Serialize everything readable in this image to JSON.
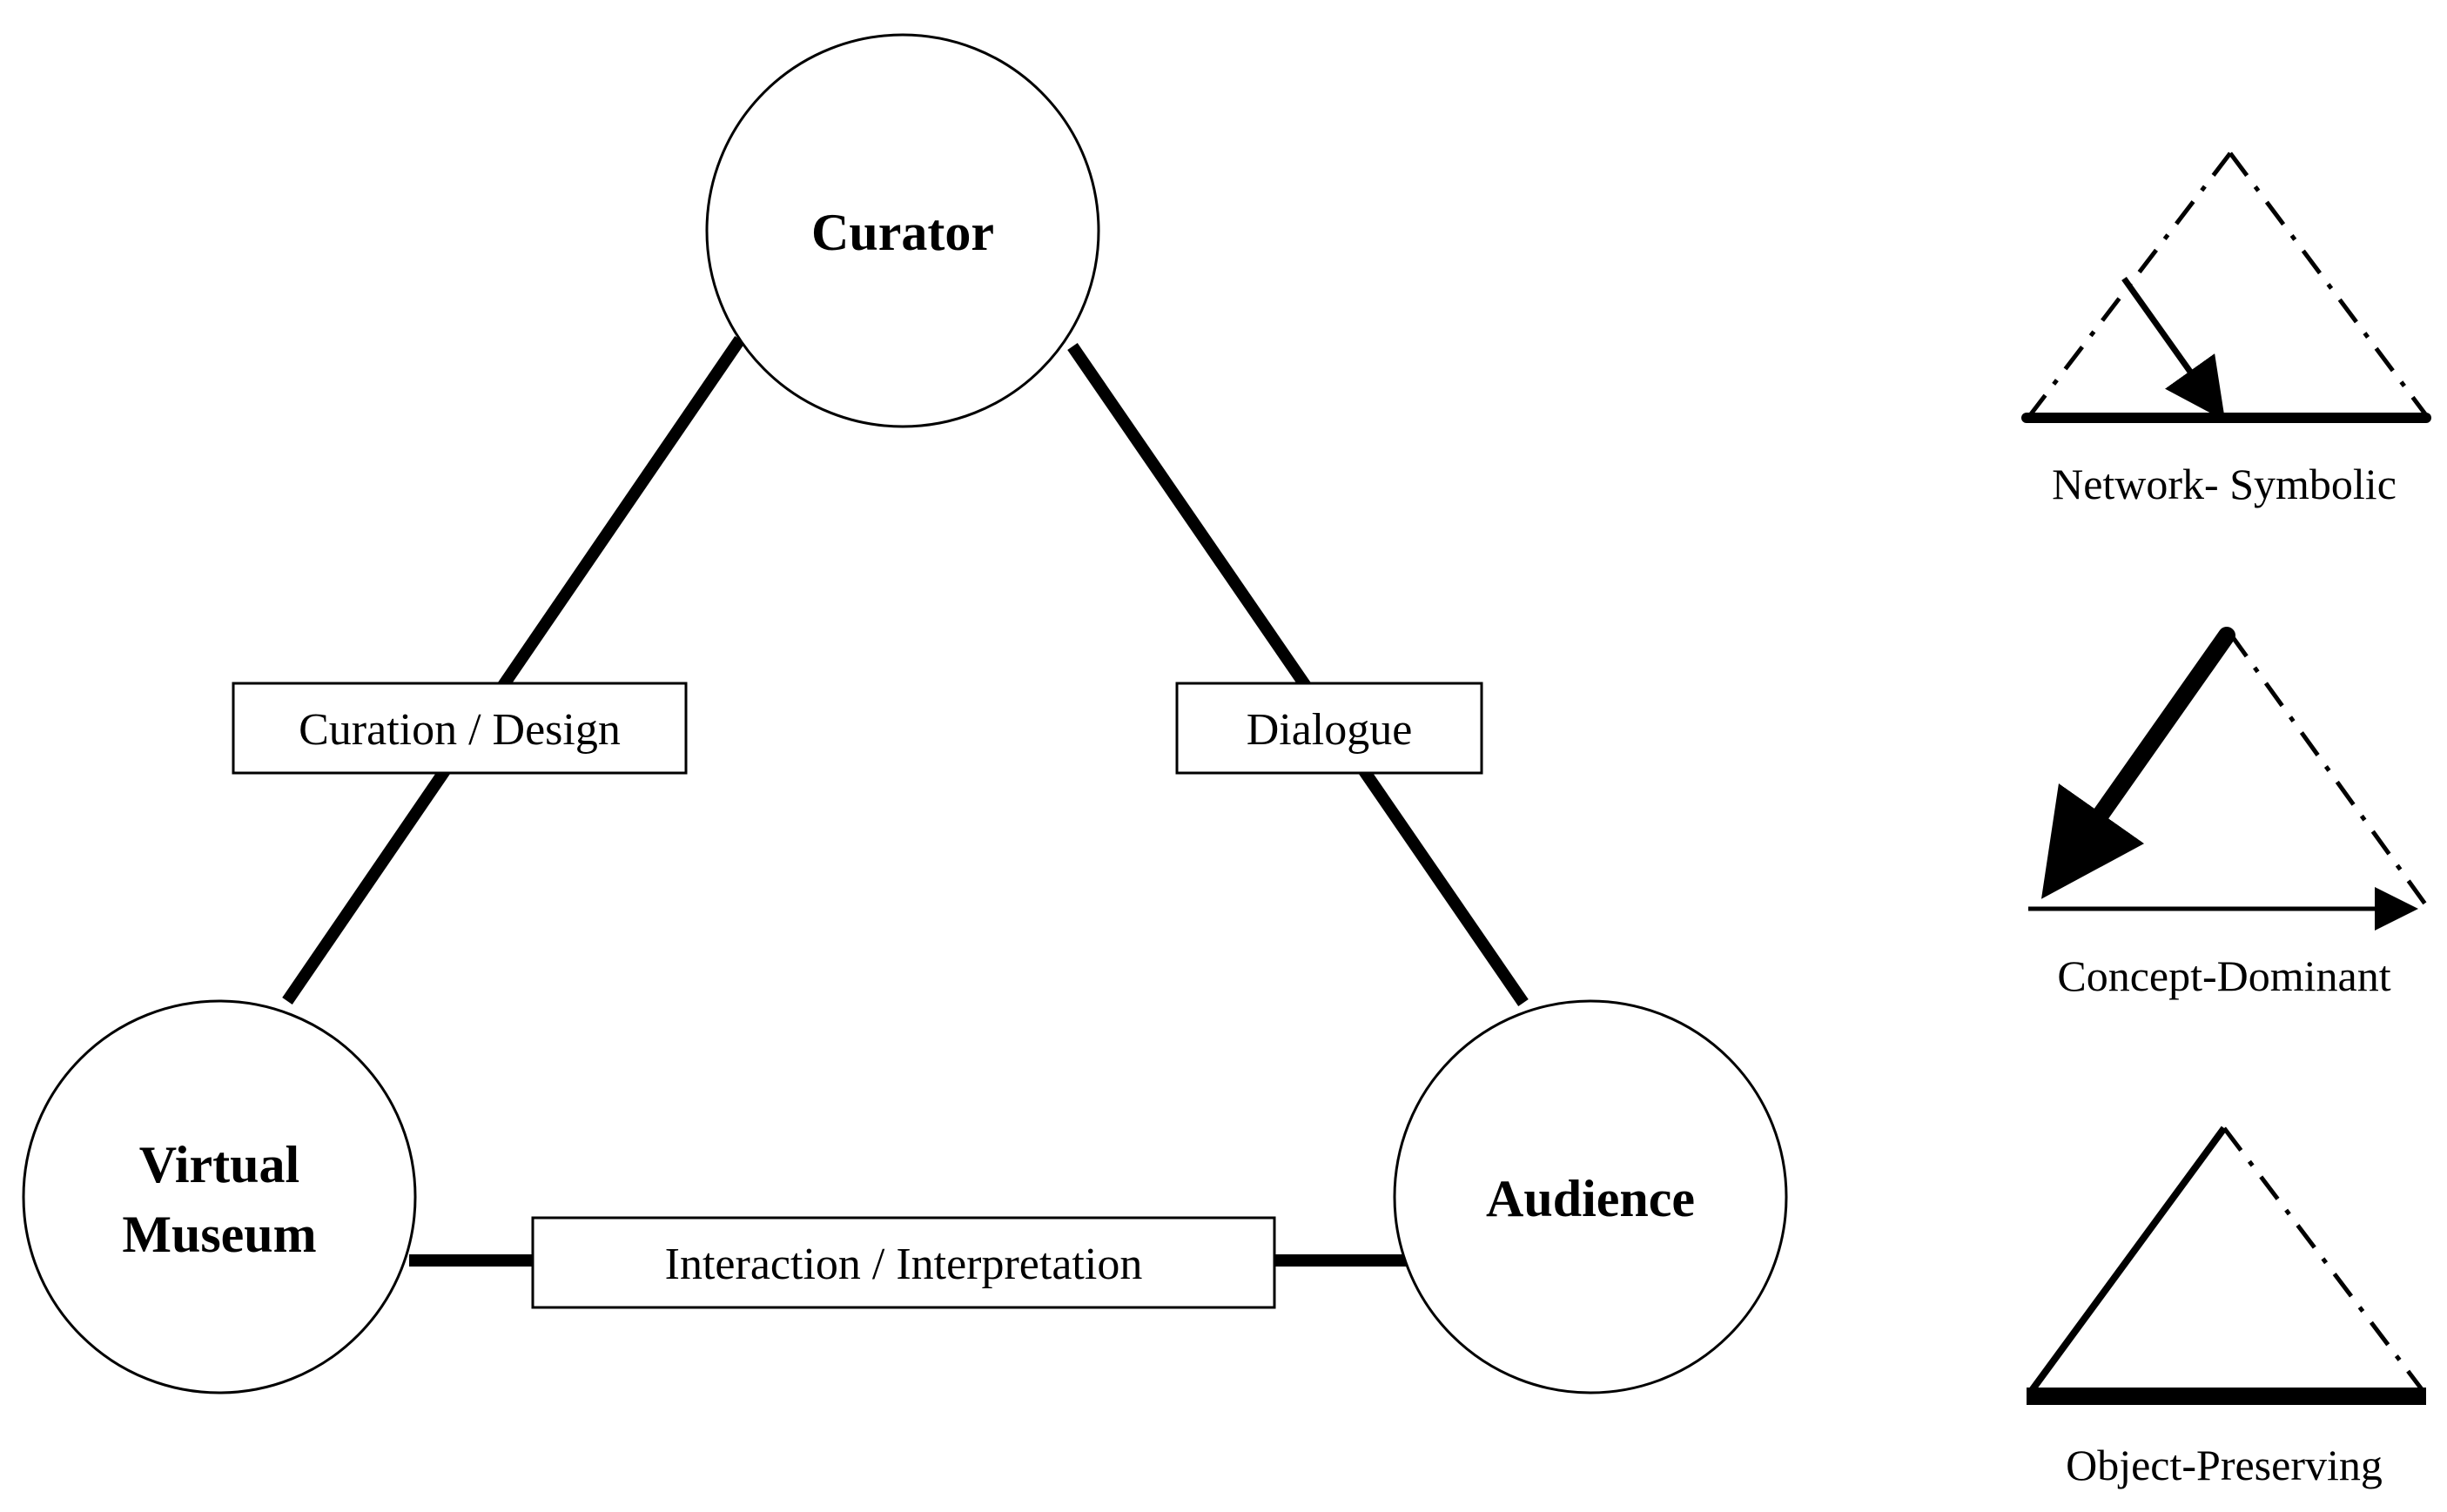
{
  "diagram": {
    "nodes": {
      "curator": "Curator",
      "virtual_museum_line1": "Virtual",
      "virtual_museum_line2": "Museum",
      "audience": "Audience"
    },
    "edges": {
      "curator_museum": "Curation / Design",
      "curator_audience": "Dialogue",
      "museum_audience": "Interaction / Interpretation"
    }
  },
  "legend": {
    "items": [
      {
        "label": "Network- Symbolic"
      },
      {
        "label": "Concept-Dominant"
      },
      {
        "label": "Object-Preserving"
      }
    ]
  }
}
